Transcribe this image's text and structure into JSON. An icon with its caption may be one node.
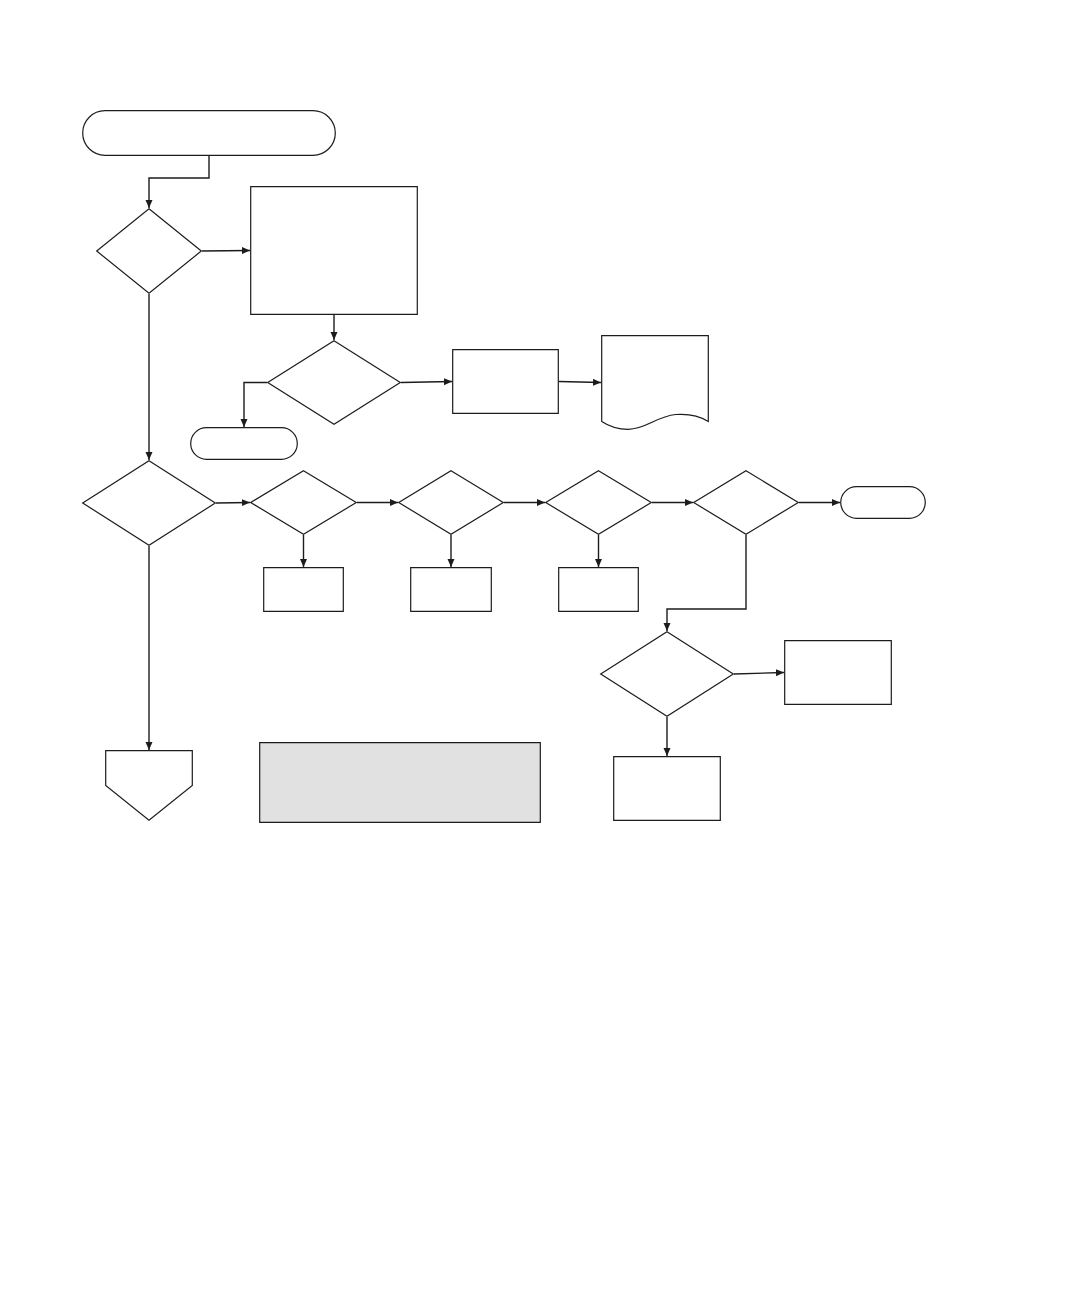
{
  "diagram": {
    "nodes": [
      {
        "text": [],
        "shape": "pill"
      },
      {
        "text": [],
        "shape": "diamond"
      },
      {
        "text": [],
        "shape": "box"
      },
      {
        "text": [],
        "shape": "diamond"
      },
      {
        "text": [],
        "shape": "pill"
      },
      {
        "text": [],
        "shape": "box"
      },
      {
        "text": [],
        "shape": "document"
      },
      {
        "text": [],
        "shape": "diamond"
      },
      {
        "text": [],
        "shape": "diamond"
      },
      {
        "text": [],
        "shape": "diamond"
      },
      {
        "text": [],
        "shape": "diamond"
      },
      {
        "text": [],
        "shape": "diamond"
      },
      {
        "text": [],
        "shape": "pill"
      },
      {
        "text": [],
        "shape": "box"
      },
      {
        "text": [],
        "shape": "box"
      },
      {
        "text": [],
        "shape": "box"
      },
      {
        "text": [],
        "shape": "diamond"
      },
      {
        "text": [],
        "shape": "box"
      },
      {
        "text": [],
        "shape": "pentagon"
      },
      {
        "text": [],
        "shape": "box"
      },
      {
        "text": [],
        "shape": "box"
      }
    ],
    "edges": [
      {
        "from": 0,
        "to": 1,
        "arrow": "to"
      },
      {
        "from": 1,
        "to": 2,
        "arrow": "to"
      },
      {
        "from": 1,
        "to": 7,
        "arrow": "to"
      },
      {
        "from": 2,
        "to": 3,
        "arrow": "to"
      },
      {
        "from": 3,
        "to": 4,
        "arrow": "to"
      },
      {
        "from": 3,
        "to": 5,
        "arrow": "to"
      },
      {
        "from": 5,
        "to": 6,
        "arrow": "to"
      },
      {
        "from": 7,
        "to": 8,
        "arrow": "to"
      },
      {
        "from": 8,
        "to": 9,
        "arrow": "to"
      },
      {
        "from": 9,
        "to": 10,
        "arrow": "to"
      },
      {
        "from": 10,
        "to": 11,
        "arrow": "to"
      },
      {
        "from": 11,
        "to": 12,
        "arrow": "to"
      },
      {
        "from": 8,
        "to": 13,
        "arrow": "to"
      },
      {
        "from": 9,
        "to": 14,
        "arrow": "to"
      },
      {
        "from": 10,
        "to": 15,
        "arrow": "to"
      },
      {
        "from": 11,
        "to": 16,
        "arrow": "to"
      },
      {
        "from": 16,
        "to": 17,
        "arrow": "to"
      },
      {
        "from": 16,
        "to": 20,
        "arrow": "to"
      },
      {
        "from": 7,
        "to": 18,
        "arrow": "to"
      }
    ]
  }
}
